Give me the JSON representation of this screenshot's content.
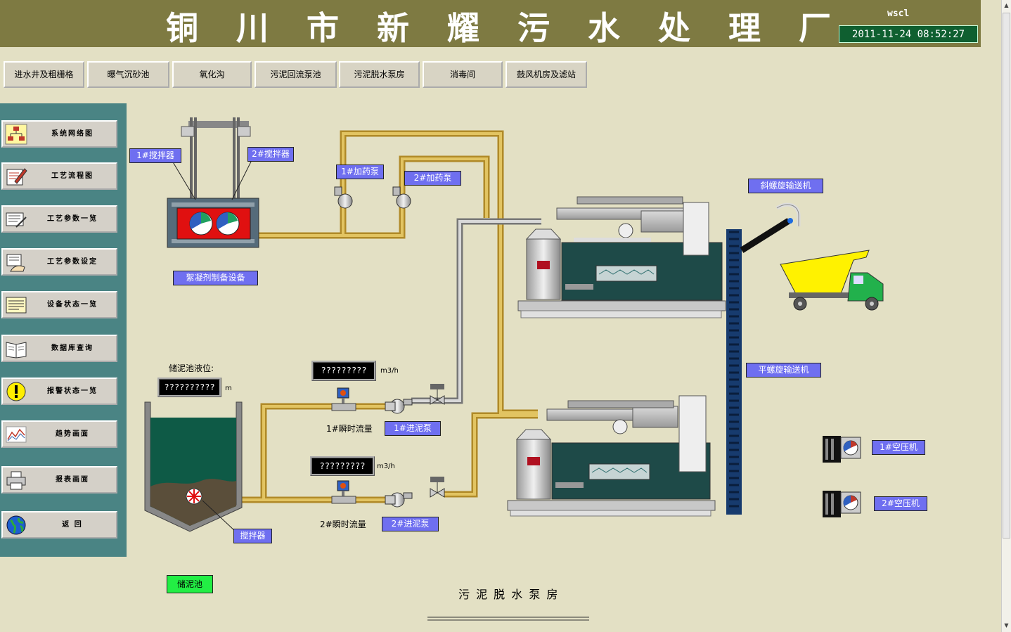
{
  "header": {
    "title": "铜川市新耀污水处理厂",
    "user": "wscl",
    "datetime": "2011-11-24 08:52:27"
  },
  "top_nav": [
    "进水井及粗栅格",
    "曝气沉砂池",
    "氧化沟",
    "污泥回流泵池",
    "污泥脱水泵房",
    "消毒间",
    "鼓风机房及滤站"
  ],
  "side_nav": [
    "系统网络图",
    "工艺流程图",
    "工艺参数一览",
    "工艺参数设定",
    "设备状态一览",
    "数据库查询",
    "报警状态一览",
    "趋势画面",
    "报表画面",
    "返 回"
  ],
  "diagram": {
    "labels": {
      "mixer1": "1#搅拌器",
      "mixer2": "2#搅拌器",
      "dose_pump1": "1#加药泵",
      "dose_pump2": "2#加药泵",
      "flocculant": "絮凝剂制备设备",
      "incline_conveyor": "斜螺旋输送机",
      "flat_conveyor": "平螺旋输送机",
      "feed_pump1": "1#进泥泵",
      "feed_pump2": "2#进泥泵",
      "compressor1": "1#空压机",
      "compressor2": "2#空压机",
      "tank_mixer": "搅拌器",
      "tank": "储泥池",
      "tank_level_title": "储泥池液位:",
      "flow1_label": "1#瞬时流量",
      "flow2_label": "2#瞬时流量",
      "room_title": "污 泥 脱 水 泵 房"
    },
    "readouts": {
      "level_value": "??????????",
      "level_unit": "m",
      "flow1_value": "?????????",
      "flow1_unit": "m3/h",
      "flow2_value": "?????????",
      "flow2_unit": "m3/h"
    }
  },
  "colors": {
    "header": "#7E7A42",
    "background": "#E3E0C4",
    "sidebar": "#4A8484",
    "tag": "#6F6FF0",
    "pipe_yellow": "#C8A83C",
    "pipe_gray": "#C0C0C0",
    "tank_liquid": "#0E5A46",
    "conveyor": "#173B6E",
    "truck_body": "#FFF200",
    "truck_cab": "#22B14C",
    "tank_label": "#22EE44"
  }
}
